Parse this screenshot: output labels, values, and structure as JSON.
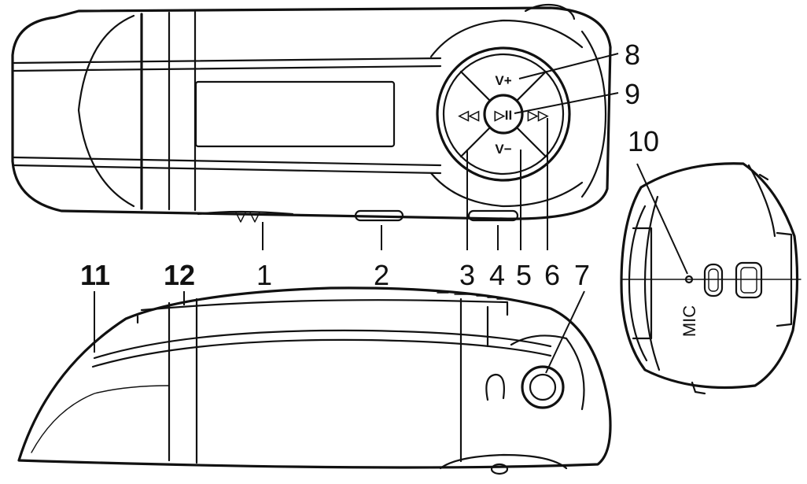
{
  "callouts": {
    "c1": "1",
    "c2": "2",
    "c3": "3",
    "c4": "4",
    "c5": "5",
    "c6": "6",
    "c7": "7",
    "c8": "8",
    "c9": "9",
    "c10": "10",
    "c11": "11",
    "c12": "12"
  },
  "buttons": {
    "vol_up": "V+",
    "vol_down": "V−",
    "prev": "◁◁",
    "next": "▷▷",
    "play_pause": "▷II"
  },
  "mic_label": "MIC"
}
